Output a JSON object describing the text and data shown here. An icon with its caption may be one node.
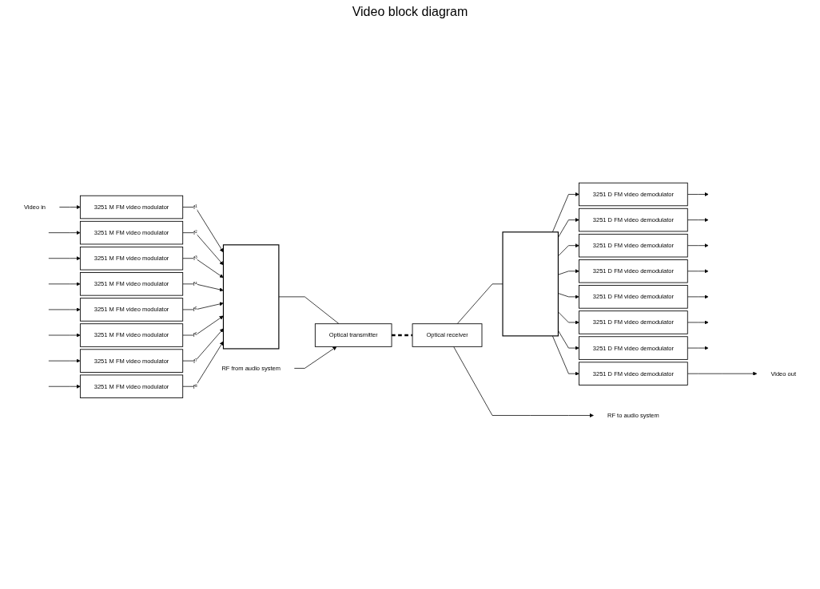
{
  "diagram": {
    "title": "Video block diagram",
    "nodes": [
      {
        "text": [
          "Video in"
        ]
      },
      {
        "text": [
          "3251 M FM video modulator"
        ]
      },
      {
        "text": [
          "3251 M FM video modulator"
        ]
      },
      {
        "text": [
          "3251 M FM video modulator"
        ]
      },
      {
        "text": [
          "3251 M FM video modulator"
        ]
      },
      {
        "text": [
          "3251 M FM video modulator"
        ]
      },
      {
        "text": [
          "3251 M FM video modulator"
        ]
      },
      {
        "text": [
          "3251 M FM video modulator"
        ]
      },
      {
        "text": [
          "3251 M FM video modulator"
        ]
      },
      {
        "text": [],
        "shape": "bar"
      },
      {
        "text": [
          "Optical transmitter"
        ]
      },
      {
        "text": [
          "Optical receiver"
        ]
      },
      {
        "text": [],
        "shape": "bar"
      },
      {
        "text": [
          "3251 D FM video demodulator"
        ]
      },
      {
        "text": [
          "3251 D FM video demodulator"
        ]
      },
      {
        "text": [
          "3251 D FM video demodulator"
        ]
      },
      {
        "text": [
          "3251 D FM video demodulator"
        ]
      },
      {
        "text": [
          "3251 D FM video demodulator"
        ]
      },
      {
        "text": [
          "3251 D FM video demodulator"
        ]
      },
      {
        "text": [
          "3251 D FM video demodulator"
        ]
      },
      {
        "text": [
          "3251 D FM video demodulator"
        ]
      },
      {
        "text": [
          "Video out"
        ]
      },
      {
        "text": [
          "RF from audio system"
        ]
      },
      {
        "text": [
          "RF to audio system"
        ]
      }
    ],
    "edges": [
      {
        "from": 0,
        "to": 1,
        "arrow": "to"
      },
      {
        "from": null,
        "to": 2,
        "arrow": "to"
      },
      {
        "from": null,
        "to": 3,
        "arrow": "to"
      },
      {
        "from": null,
        "to": 4,
        "arrow": "to"
      },
      {
        "from": null,
        "to": 5,
        "arrow": "to"
      },
      {
        "from": null,
        "to": 6,
        "arrow": "to"
      },
      {
        "from": null,
        "to": 7,
        "arrow": "to"
      },
      {
        "from": null,
        "to": 8,
        "arrow": "to"
      },
      {
        "from": 1,
        "to": 9,
        "arrow": "to",
        "label": "f¹"
      },
      {
        "from": 2,
        "to": 9,
        "arrow": "to",
        "label": "f²"
      },
      {
        "from": 3,
        "to": 9,
        "arrow": "to",
        "label": "f³"
      },
      {
        "from": 4,
        "to": 9,
        "arrow": "to",
        "label": "f⁴"
      },
      {
        "from": 5,
        "to": 9,
        "arrow": "to",
        "label": "f⁵"
      },
      {
        "from": 6,
        "to": 9,
        "arrow": "to",
        "label": "f⁶"
      },
      {
        "from": 7,
        "to": 9,
        "arrow": "to",
        "label": "f⁷"
      },
      {
        "from": 8,
        "to": 9,
        "arrow": "to",
        "label": "f⁸"
      },
      {
        "from": 9,
        "to": 10,
        "arrow": "none"
      },
      {
        "from": 22,
        "to": 10,
        "arrow": "to"
      },
      {
        "from": 10,
        "to": 11,
        "arrow": "none",
        "style": "dashed"
      },
      {
        "from": 11,
        "to": 12,
        "arrow": "none"
      },
      {
        "from": 11,
        "to": 23,
        "arrow": "to"
      },
      {
        "from": 12,
        "to": 13,
        "arrow": "to"
      },
      {
        "from": 12,
        "to": 14,
        "arrow": "to"
      },
      {
        "from": 12,
        "to": 15,
        "arrow": "to"
      },
      {
        "from": 12,
        "to": 16,
        "arrow": "to"
      },
      {
        "from": 12,
        "to": 17,
        "arrow": "to"
      },
      {
        "from": 12,
        "to": 18,
        "arrow": "to"
      },
      {
        "from": 12,
        "to": 19,
        "arrow": "to"
      },
      {
        "from": 12,
        "to": 20,
        "arrow": "to"
      },
      {
        "from": 13,
        "to": 21,
        "arrow": "to"
      },
      {
        "from": 14,
        "to": null,
        "arrow": "to"
      },
      {
        "from": 15,
        "to": null,
        "arrow": "to"
      },
      {
        "from": 16,
        "to": null,
        "arrow": "to"
      },
      {
        "from": 17,
        "to": null,
        "arrow": "to"
      },
      {
        "from": 18,
        "to": null,
        "arrow": "to"
      },
      {
        "from": 19,
        "to": null,
        "arrow": "to"
      },
      {
        "from": 20,
        "to": null,
        "arrow": "to"
      }
    ]
  }
}
